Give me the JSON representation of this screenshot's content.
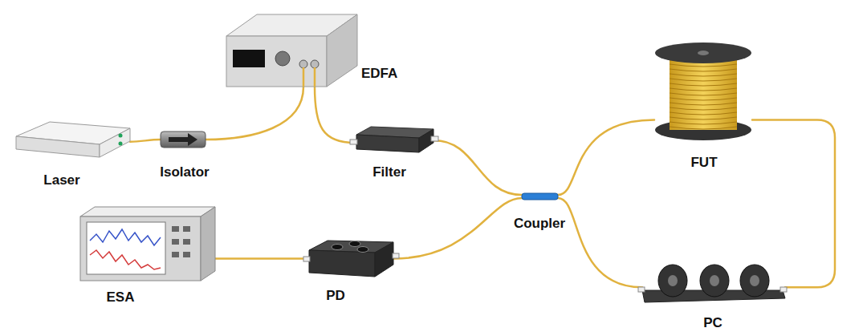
{
  "diagram": {
    "nodes": [
      {
        "text": [
          "EDFA"
        ]
      },
      {
        "text": [
          "Laser"
        ]
      },
      {
        "text": [
          "Isolator"
        ]
      },
      {
        "text": [
          "Filter"
        ]
      },
      {
        "text": [
          "FUT"
        ]
      },
      {
        "text": [
          "Coupler"
        ]
      },
      {
        "text": [
          "ESA"
        ]
      },
      {
        "text": [
          "PD"
        ]
      },
      {
        "text": [
          "PC"
        ]
      }
    ],
    "edges": [
      {
        "from": 1,
        "to": 2,
        "arrow": "none"
      },
      {
        "from": 2,
        "to": 0,
        "arrow": "none"
      },
      {
        "from": 0,
        "to": 3,
        "arrow": "none"
      },
      {
        "from": 3,
        "to": 5,
        "arrow": "none"
      },
      {
        "from": 5,
        "to": 4,
        "arrow": "none"
      },
      {
        "from": 4,
        "to": 8,
        "arrow": "none"
      },
      {
        "from": 8,
        "to": 5,
        "arrow": "none"
      },
      {
        "from": 5,
        "to": 7,
        "arrow": "none"
      },
      {
        "from": 7,
        "to": 6,
        "arrow": "none"
      }
    ]
  }
}
